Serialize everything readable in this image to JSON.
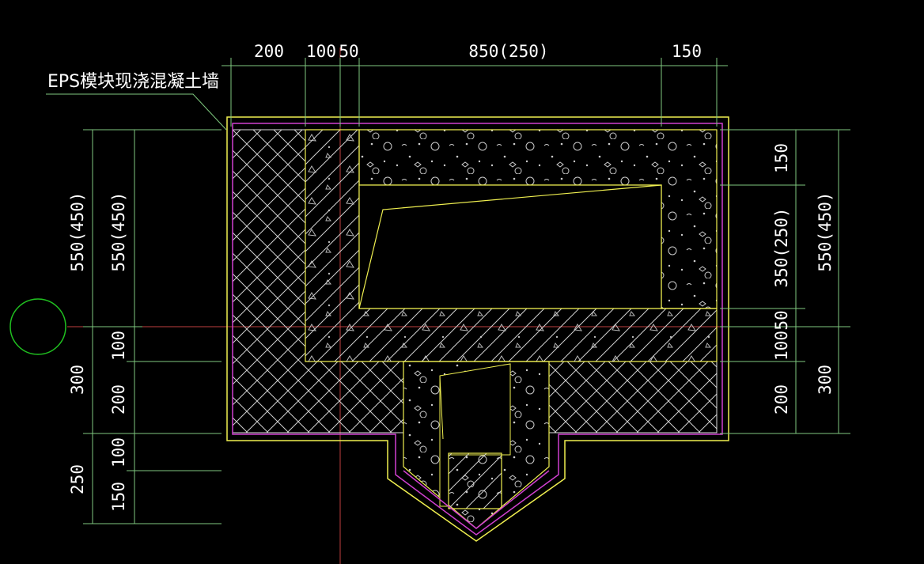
{
  "callout": {
    "text": "EPS模块现浇混凝土墙"
  },
  "top_dims": [
    "200",
    "100",
    "50",
    "850(250)",
    "150"
  ],
  "left_dims": {
    "outer_total": "550(450)",
    "outer_lower": "300",
    "outer_bottom": "250",
    "inner_total": "550(450)",
    "inner_100a": "100",
    "inner_200": "200",
    "inner_100b": "100",
    "inner_150": "150"
  },
  "right_dims": {
    "inner_150": "150",
    "inner_350": "350(250)",
    "inner_50": "50",
    "inner_100": "100",
    "inner_200": "200",
    "outer_total": "550(450)",
    "outer_300": "300"
  },
  "colors": {
    "background": "#000000",
    "dimension_line": "#7fc97f",
    "outline": "#f0f050",
    "membrane": "#d040d0",
    "hatch": "#d8d8d8",
    "axis_line": "#c04040",
    "axis_circle": "#20c020"
  }
}
